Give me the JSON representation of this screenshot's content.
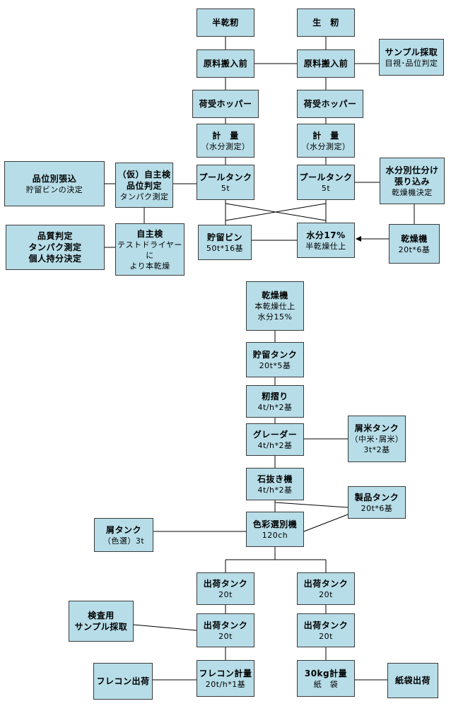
{
  "nodes": [
    {
      "id": "semi-dry-paddy",
      "lines": [
        "半乾籾"
      ],
      "bold": [
        0
      ]
    },
    {
      "id": "raw-paddy",
      "lines": [
        "生　籾"
      ],
      "bold": [
        0
      ]
    },
    {
      "id": "raw-material-intake-left",
      "lines": [
        "原料搬入前"
      ],
      "bold": [
        0
      ]
    },
    {
      "id": "raw-material-intake-right",
      "lines": [
        "原料搬入前"
      ],
      "bold": [
        0
      ]
    },
    {
      "id": "sampling-visual",
      "lines": [
        "サンプル採取",
        "目視･品位判定"
      ],
      "bold": [
        0
      ]
    },
    {
      "id": "receiving-hopper-left",
      "lines": [
        "荷受ホッパー"
      ],
      "bold": [
        0
      ]
    },
    {
      "id": "receiving-hopper-right",
      "lines": [
        "荷受ホッパー"
      ],
      "bold": [
        0
      ]
    },
    {
      "id": "weighing-left",
      "lines": [
        "計　量",
        "（水分測定）"
      ],
      "bold": [
        0
      ]
    },
    {
      "id": "weighing-right",
      "lines": [
        "計　量",
        "（水分測定）"
      ],
      "bold": [
        0
      ]
    },
    {
      "id": "grade-filling",
      "lines": [
        "品位別張込",
        "貯留ビンの決定"
      ],
      "bold": [
        0
      ]
    },
    {
      "id": "provisional-self-inspection",
      "lines": [
        "（仮）自主検",
        "品位判定",
        "タンパク測定"
      ],
      "bold": [
        0,
        1
      ]
    },
    {
      "id": "pool-tank-left",
      "lines": [
        "プールタンク",
        "5t"
      ],
      "bold": [
        0
      ]
    },
    {
      "id": "pool-tank-right",
      "lines": [
        "プールタンク",
        "5t"
      ],
      "bold": [
        0
      ]
    },
    {
      "id": "moisture-sorting",
      "lines": [
        "水分別仕分け",
        "張り込み",
        "乾燥機決定"
      ],
      "bold": [
        0,
        1
      ]
    },
    {
      "id": "quality-judgement",
      "lines": [
        "品質判定",
        "タンパク測定",
        "個人持分決定"
      ],
      "bold": [
        0,
        1,
        2
      ]
    },
    {
      "id": "self-inspection",
      "lines": [
        "自主検",
        "テストドライヤーに",
        "より本乾燥"
      ],
      "bold": [
        0
      ]
    },
    {
      "id": "storage-bin",
      "lines": [
        "貯留ビン",
        "50t*16基"
      ],
      "bold": [
        0
      ]
    },
    {
      "id": "moisture-17",
      "lines": [
        "水分17%",
        "半乾燥仕上"
      ],
      "bold": [
        0
      ]
    },
    {
      "id": "dryer-top",
      "lines": [
        "乾燥機",
        "20t*6基"
      ],
      "bold": [
        0
      ]
    },
    {
      "id": "dryer-main",
      "lines": [
        "乾燥機",
        "本乾燥仕上",
        "水分15%"
      ],
      "bold": [
        0
      ]
    },
    {
      "id": "storage-tank",
      "lines": [
        "貯留タンク",
        "20t*5基"
      ],
      "bold": [
        0
      ]
    },
    {
      "id": "husking",
      "lines": [
        "籾摺り",
        "4t/h*2基"
      ],
      "bold": [
        0
      ]
    },
    {
      "id": "grader",
      "lines": [
        "グレーダー",
        "4t/h*2基"
      ],
      "bold": [
        0
      ]
    },
    {
      "id": "waste-rice-tank",
      "lines": [
        "屑米タンク",
        "（中米･屑米）",
        "3t*2基"
      ],
      "bold": [
        0
      ]
    },
    {
      "id": "destoner",
      "lines": [
        "石抜き機",
        "4t/h*2基"
      ],
      "bold": [
        0
      ]
    },
    {
      "id": "product-tank",
      "lines": [
        "製品タンク",
        "20t*6基"
      ],
      "bold": [
        0
      ]
    },
    {
      "id": "waste-tank-sorting",
      "lines": [
        "屑タンク",
        "（色選）3t"
      ],
      "bold": [
        0
      ]
    },
    {
      "id": "color-sorter",
      "lines": [
        "色彩選別機",
        "120ch"
      ],
      "bold": [
        0
      ]
    },
    {
      "id": "shipping-tank-1",
      "lines": [
        "出荷タンク",
        "20t"
      ],
      "bold": [
        0
      ]
    },
    {
      "id": "shipping-tank-2",
      "lines": [
        "出荷タンク",
        "20t"
      ],
      "bold": [
        0
      ]
    },
    {
      "id": "inspection-sampling",
      "lines": [
        "検査用",
        "サンプル採取"
      ],
      "bold": [
        0,
        1
      ]
    },
    {
      "id": "shipping-tank-3",
      "lines": [
        "出荷タンク",
        "20t"
      ],
      "bold": [
        0
      ]
    },
    {
      "id": "shipping-tank-4",
      "lines": [
        "出荷タンク",
        "20t"
      ],
      "bold": [
        0
      ]
    },
    {
      "id": "flexible-container-shipping",
      "lines": [
        "フレコン出荷"
      ],
      "bold": [
        0
      ]
    },
    {
      "id": "flexible-container-weighing",
      "lines": [
        "フレコン計量",
        "20t/h*1基"
      ],
      "bold": [
        0
      ]
    },
    {
      "id": "weighing-30kg",
      "lines": [
        "30kg計量",
        "紙　袋"
      ],
      "bold": [
        0
      ]
    },
    {
      "id": "paper-bag-shipping",
      "lines": [
        "紙袋出荷"
      ],
      "bold": [
        0
      ]
    }
  ]
}
